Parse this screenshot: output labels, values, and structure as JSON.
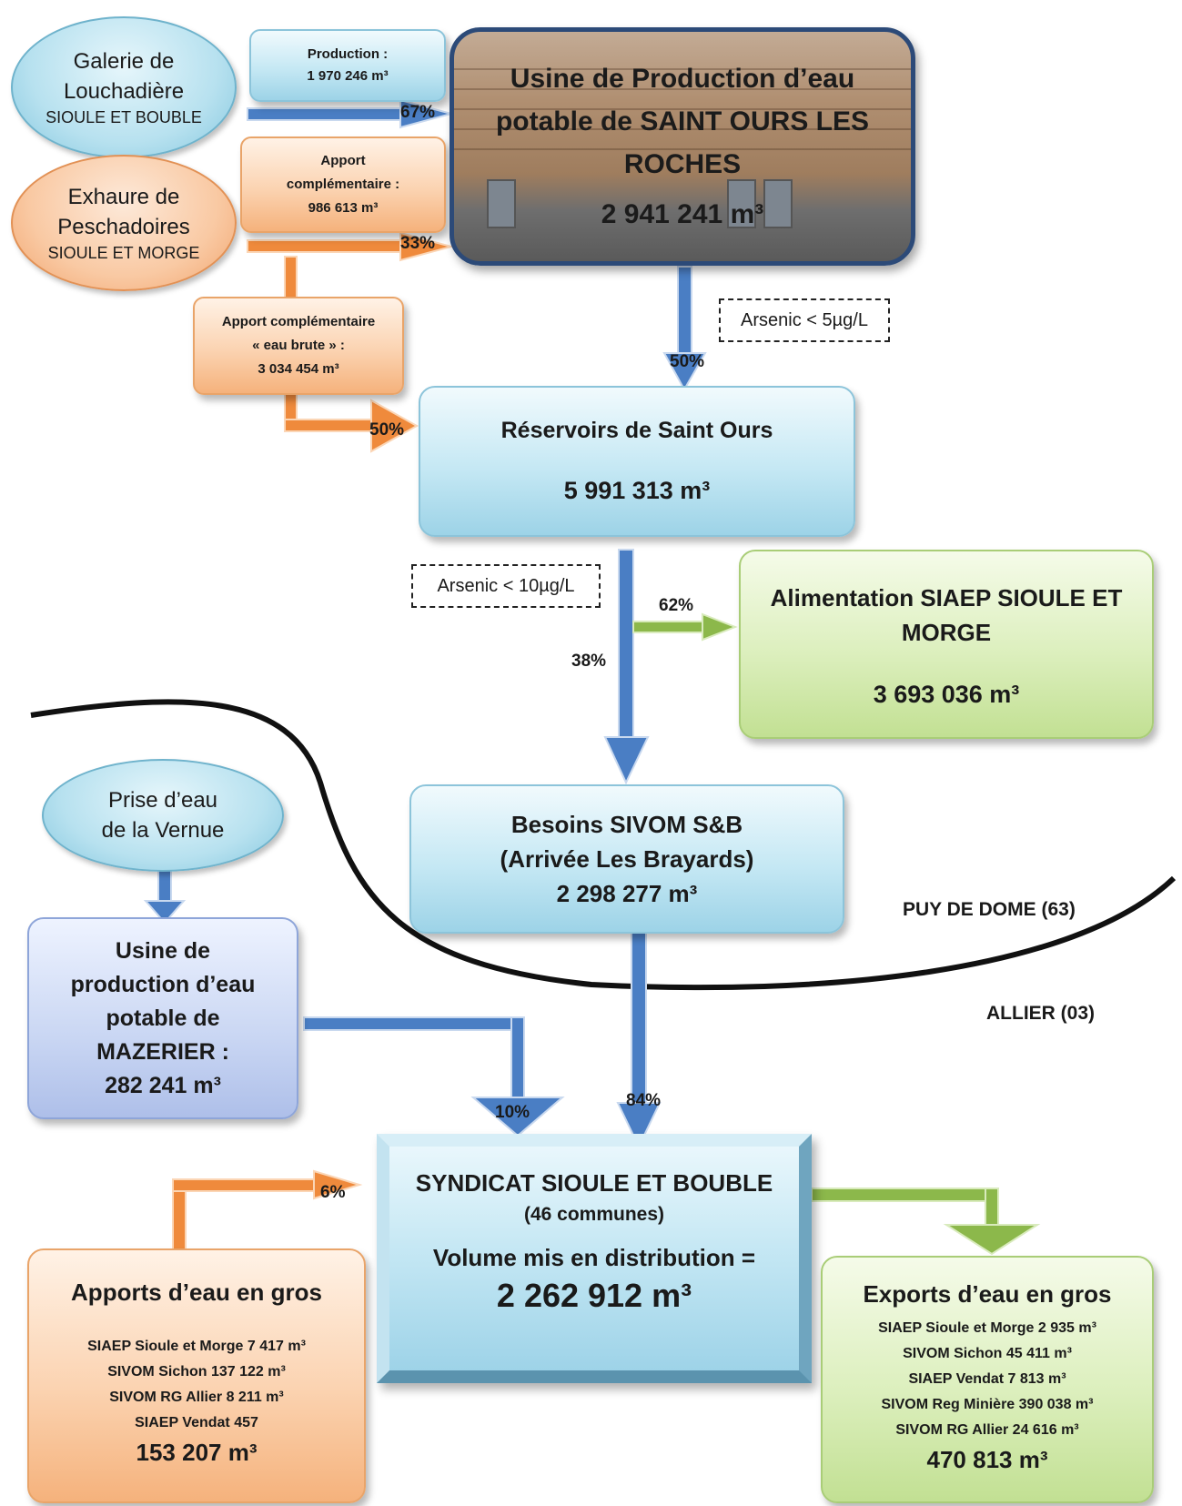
{
  "nodes": {
    "galerie": {
      "line1": "Galerie de",
      "line2": "Louchadière",
      "sub": "SIOULE ET BOUBLE"
    },
    "exhaure": {
      "line1": "Exhaure de",
      "line2": "Peschadoires",
      "sub": "SIOULE ET MORGE"
    },
    "production": {
      "label": "Production :",
      "value": "1 970 246 m³"
    },
    "apport_comp": {
      "line1": "Apport",
      "line2": "complémentaire :",
      "value": "986 613 m³"
    },
    "apport_brute": {
      "line1": "Apport complémentaire",
      "line2": "« eau brute » :",
      "value": "3 034 454 m³"
    },
    "usine_saint_ours": {
      "line1": "Usine de Production d’eau",
      "line2": "potable de SAINT OURS LES",
      "line3": "ROCHES",
      "value": "2 941 241 m³"
    },
    "reservoirs": {
      "title": "Réservoirs de Saint Ours",
      "value": "5 991 313 m³"
    },
    "alimentation": {
      "line1": "Alimentation SIAEP SIOULE ET",
      "line2": "MORGE",
      "value": "3 693 036 m³"
    },
    "besoins": {
      "line1": "Besoins SIVOM S&B",
      "line2": "(Arrivée Les Brayards)",
      "value": "2 298 277 m³"
    },
    "prise_eau": {
      "line1": "Prise d’eau",
      "line2": "de la Vernue"
    },
    "usine_mazerier": {
      "line1": "Usine de",
      "line2": "production d’eau",
      "line3": "potable de",
      "line4": "MAZERIER :",
      "value": "282 241 m³"
    },
    "syndicat": {
      "title": "SYNDICAT SIOULE ET BOUBLE",
      "subtitle": "(46 communes)",
      "label": "Volume mis en distribution =",
      "value": "2 262 912 m³"
    },
    "apports_gros": {
      "title": "Apports d’eau en gros",
      "items": [
        "SIAEP Sioule et Morge 7 417 m³",
        "SIVOM Sichon 137 122 m³",
        "SIVOM RG Allier 8 211 m³",
        "SIAEP Vendat 457"
      ],
      "total": "153 207 m³"
    },
    "exports_gros": {
      "title": "Exports d’eau en gros",
      "items": [
        "SIAEP Sioule et Morge 2 935 m³",
        "SIVOM Sichon 45 411 m³",
        "SIAEP Vendat 7 813 m³",
        "SIVOM Reg Minière 390 038 m³",
        "SIVOM RG Allier 24 616 m³"
      ],
      "total": "470 813 m³"
    }
  },
  "arsenic": {
    "top": "Arsenic < 5µg/L",
    "middle": "Arsenic < 10µg/L"
  },
  "percentages": {
    "galerie": "67%",
    "exhaure": "33%",
    "usine_to_res": "50%",
    "brute_to_res": "50%",
    "to_alimentation": "62%",
    "to_besoins": "38%",
    "mazerier": "10%",
    "besoins": "84%",
    "apports": "6%"
  },
  "regions": {
    "puy_de_dome": "PUY DE DOME (63)",
    "allier": "ALLIER (03)"
  },
  "colors": {
    "blue_arrow": "#4a7ec4",
    "orange_arrow": "#ef8a3c",
    "green_arrow": "#8cb84b",
    "frame": "#2c4a78"
  }
}
